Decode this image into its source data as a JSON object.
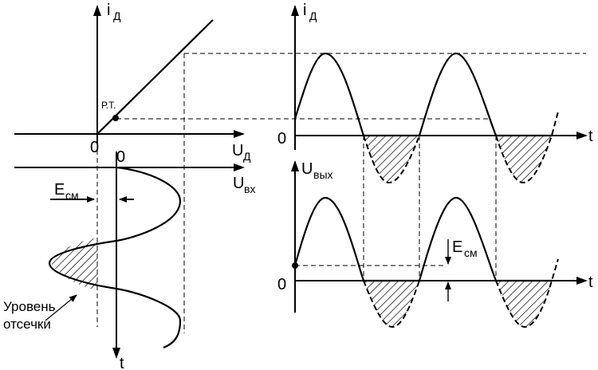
{
  "labels": {
    "id_top": "i",
    "id_top_sub": "Д",
    "id_right": "i",
    "id_right_sub": "Д",
    "u_out": "U",
    "u_out_sub": "вых",
    "u_d": "U",
    "u_d_sub": "Д",
    "u_in": "U",
    "u_in_sub": "вх",
    "zero_left": "0",
    "zero_mid": "0",
    "zero_right_top": "0",
    "zero_right_bottom": "0",
    "t_bottom": "t",
    "t_right_top": "t",
    "t_right_bottom": "t",
    "operating_point": "Р.Т.",
    "e_bias_left": "E",
    "e_bias_left_sub": "см",
    "e_bias_right": "E",
    "e_bias_right_sub": "см",
    "cutoff_line1": "Уровень",
    "cutoff_line2": "отсечки"
  }
}
